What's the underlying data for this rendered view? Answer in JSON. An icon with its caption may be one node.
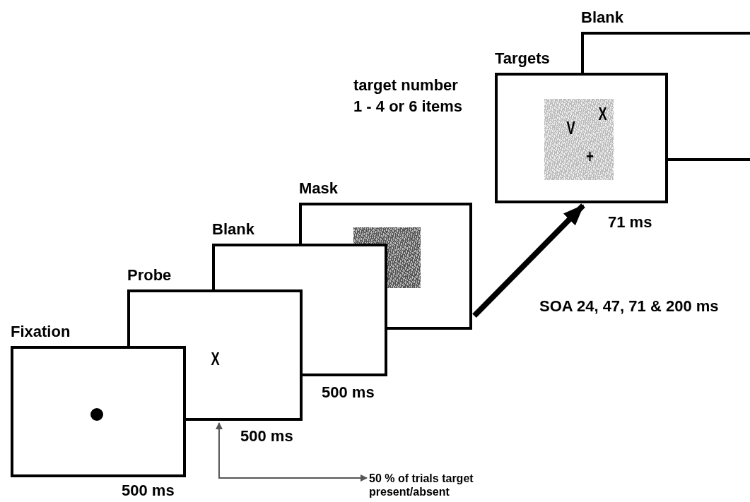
{
  "diagram": {
    "nodes": [
      {
        "text": [
          "Fixation"
        ],
        "beside": [
          "500 ms"
        ]
      },
      {
        "text": [
          "Probe",
          "X"
        ],
        "beside": [
          "500 ms"
        ]
      },
      {
        "text": [
          "Blank"
        ],
        "beside": [
          "500 ms"
        ]
      },
      {
        "text": [
          "Mask"
        ]
      },
      {
        "text": [
          "Targets",
          "V",
          "X",
          "+"
        ],
        "beside": [
          "71 ms",
          "target number 1 - 4 or 6 items"
        ]
      },
      {
        "text": [
          "Blank"
        ]
      },
      {
        "text": [
          "50 % of trials target present/absent"
        ]
      }
    ],
    "edges": [
      {
        "from": 3,
        "to": 4,
        "arrow": "to",
        "label": "SOA 24, 47, 71 & 200 ms",
        "style": "thick"
      },
      {
        "from": 1,
        "to": 6,
        "arrow": "both"
      }
    ]
  }
}
